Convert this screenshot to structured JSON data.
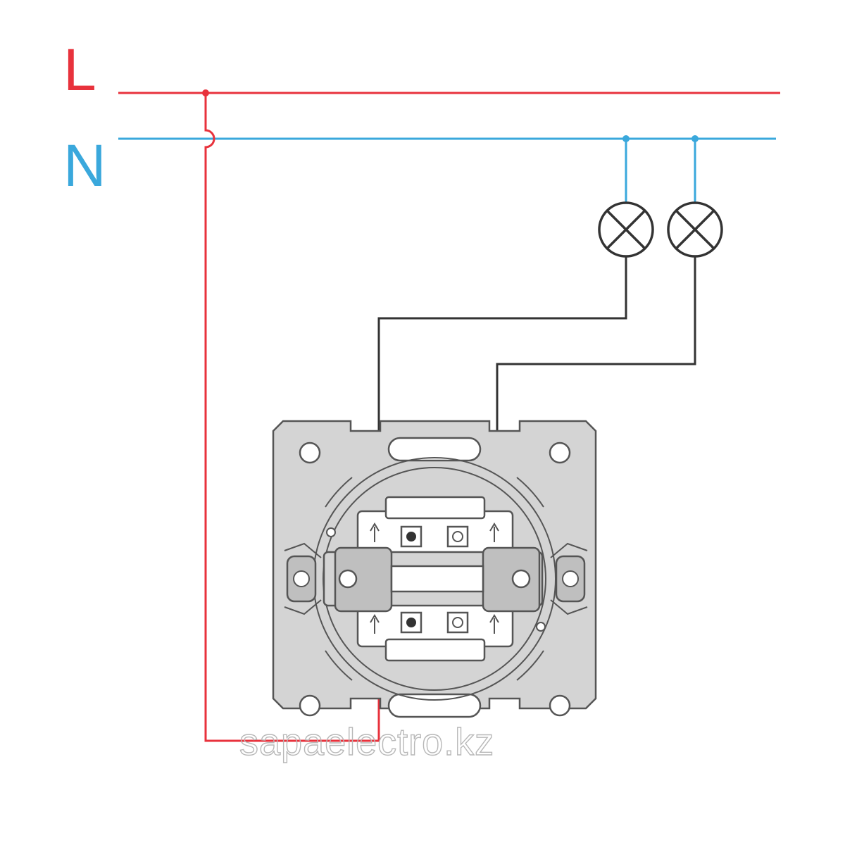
{
  "lines": {
    "live": {
      "label": "L",
      "color": "#e8323c"
    },
    "neutral": {
      "label": "N",
      "color": "#3aa8dc"
    }
  },
  "switch_wire_color": "#333333",
  "watermark": "sapaelectro.kz",
  "icons": {
    "lamp": "lamp-cross-icon",
    "terminal_arrow": "arrow-up-icon",
    "switch_mechanism": "double-switch-mechanism-icon"
  }
}
